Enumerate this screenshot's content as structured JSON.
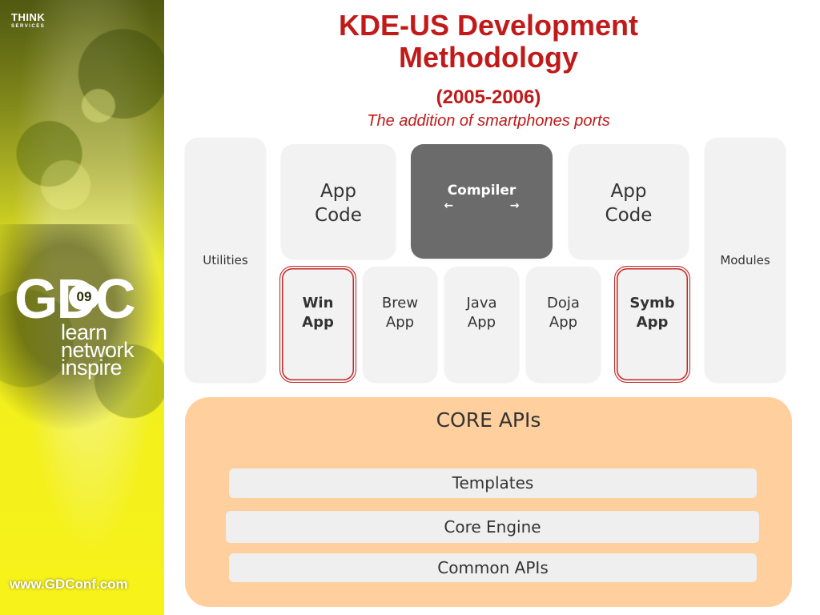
{
  "sidebar": {
    "think_logo": "THINK",
    "think_sub": "SERVICES",
    "gdc_logo": "GDC",
    "gdc_year": "09",
    "tagline": [
      "learn",
      "network",
      "inspire"
    ],
    "website": "www.GDConf.com"
  },
  "slide": {
    "title": "KDE-US Development Methodology",
    "years": "(2005-2006)",
    "subtitle": "The addition of smartphones ports"
  },
  "diagram": {
    "utilities": "Utilities",
    "modules": "Modules",
    "app_code_left": [
      "App",
      "Code"
    ],
    "app_code_right": [
      "App",
      "Code"
    ],
    "compiler": {
      "label": "Compiler",
      "arrow_left": "←",
      "arrow_right": "→"
    },
    "apps": [
      {
        "line1": "Win",
        "line2": "App",
        "bold": true,
        "highlighted": true
      },
      {
        "line1": "Brew",
        "line2": "App",
        "bold": false,
        "highlighted": false
      },
      {
        "line1": "Java",
        "line2": "App",
        "bold": false,
        "highlighted": false
      },
      {
        "line1": "Doja",
        "line2": "App",
        "bold": false,
        "highlighted": false
      },
      {
        "line1": "Symb",
        "line2": "App",
        "bold": true,
        "highlighted": true
      }
    ],
    "core": {
      "title": "CORE APIs",
      "layers": [
        "Templates",
        "Core Engine",
        "Common APIs"
      ]
    }
  },
  "colors": {
    "title_red": "#c01a1a",
    "highlight_border": "#c62828",
    "box_gray": "#f2f2f2",
    "compiler_gray": "#6b6b6b",
    "core_orange": "#ffcf9e",
    "sidebar_yellow": "#f0ee1e"
  }
}
